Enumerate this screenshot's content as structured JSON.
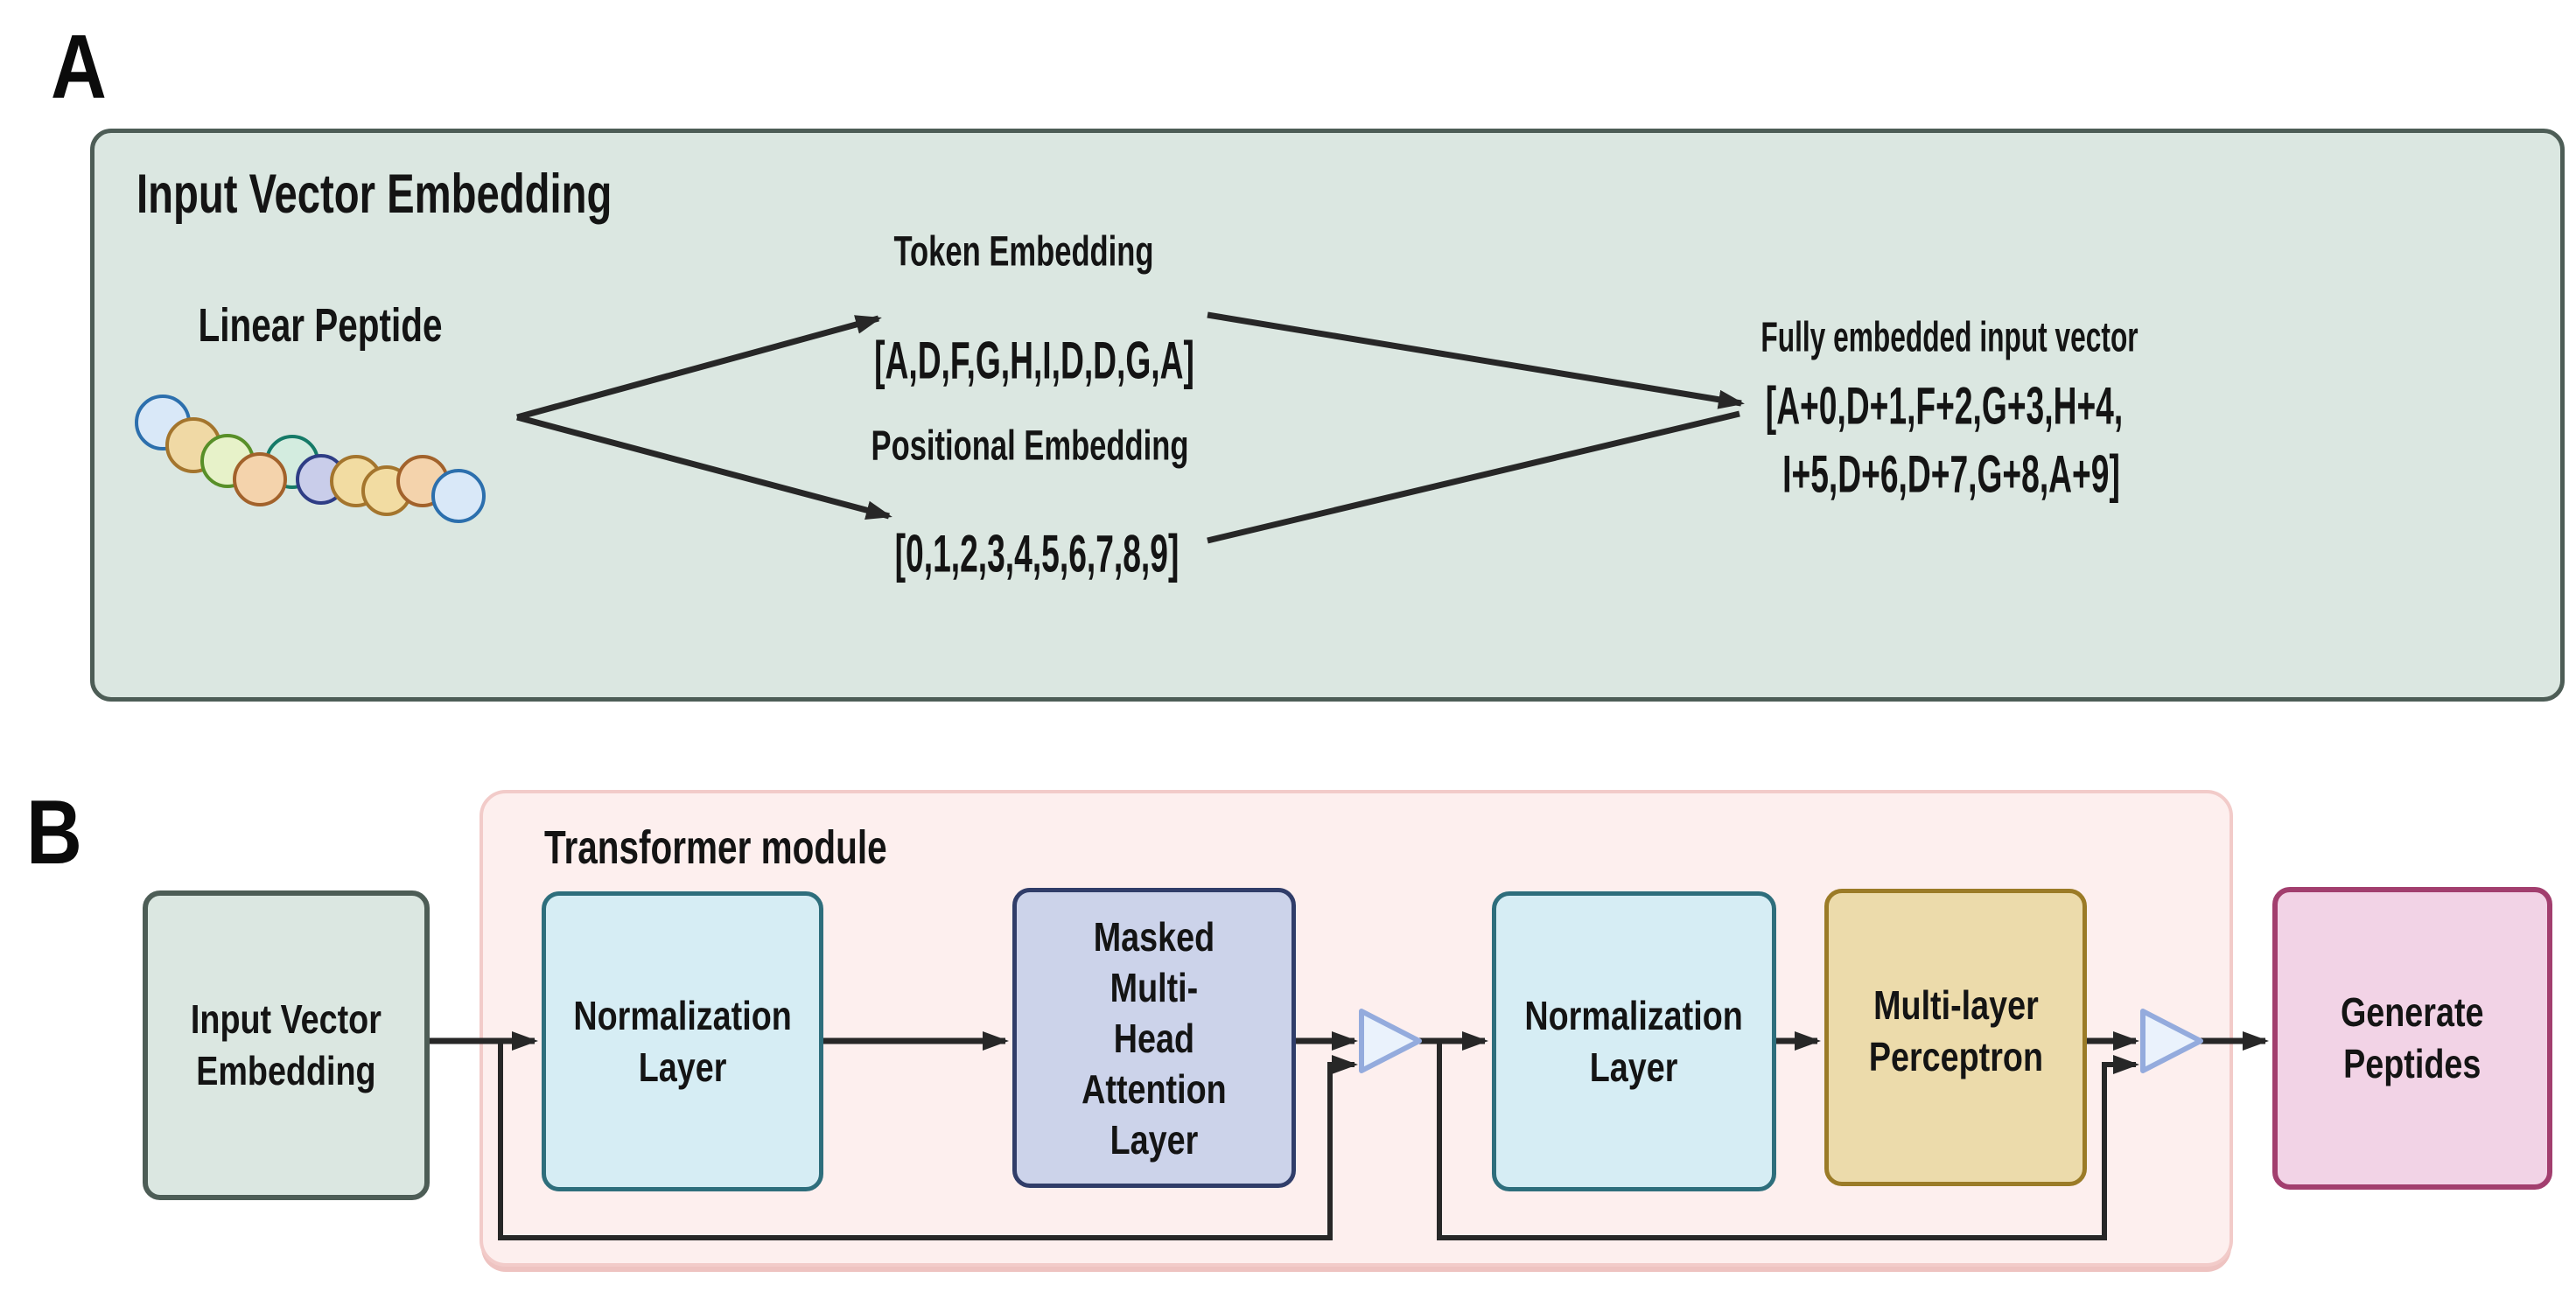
{
  "panel_a": {
    "label": "A",
    "title": "Input Vector Embedding",
    "linear_peptide_label": "Linear Peptide",
    "token_embedding_label": "Token Embedding",
    "token_vector": "[A,D,F,G,H,I,D,D,G,A]",
    "positional_embedding_label": "Positional Embedding",
    "positional_vector": "[0,1,2,3,4,5,6,7,8,9]",
    "fully_embedded_label": "Fully embedded input vector",
    "fully_embedded_vector_line1": "[A+0,D+1,F+2,G+3,H+4,",
    "fully_embedded_vector_line2": "I+5,D+6,D+7,G+8,A+9]"
  },
  "panel_b": {
    "label": "B",
    "transformer_module_label": "Transformer module",
    "boxes": {
      "input_vector_embedding": {
        "line1": "Input Vector",
        "line2": "Embedding"
      },
      "normalization_1": {
        "line1": "Normalization",
        "line2": "Layer"
      },
      "masked_attention": {
        "line1": "Masked",
        "line2": "Multi-",
        "line3": "Head",
        "line4": "Attention",
        "line5": "Layer"
      },
      "normalization_2": {
        "line1": "Normalization",
        "line2": "Layer"
      },
      "mlp": {
        "line1": "Multi-layer",
        "line2": "Perceptron"
      },
      "generate_peptides": {
        "line1": "Generate",
        "line2": "Peptides"
      }
    }
  },
  "colors": {
    "panel_a_fill": "#dbe7e1",
    "panel_a_border": "#4d5d56",
    "module_fill": "#fdefee",
    "module_border": "#f2cbc9",
    "input_fill": "#dbe7e1",
    "input_border": "#4d5d56",
    "normalization_fill": "#d6edf4",
    "normalization_border": "#2e6e7c",
    "masked_attention_fill": "#ccd3ea",
    "masked_attention_border": "#303d69",
    "mlp_fill": "#ecdbab",
    "mlp_border": "#9b7b27",
    "generate_fill": "#f2d3e6",
    "generate_border": "#a23e6e",
    "merge_triangle_fill": "#eaf2fc",
    "merge_triangle_stroke": "#94abdd",
    "arrow": "#272727",
    "beads": [
      {
        "fill": "#d9e8f8",
        "stroke": "#2c6fad"
      },
      {
        "fill": "#f0d9a5",
        "stroke": "#a4752d"
      },
      {
        "fill": "#e7f2c9",
        "stroke": "#588f28"
      },
      {
        "fill": "#f4d3ac",
        "stroke": "#a2622b"
      },
      {
        "fill": "#d3ecdf",
        "stroke": "#157a67"
      },
      {
        "fill": "#c9cdea",
        "stroke": "#2e3d85"
      },
      {
        "fill": "#f2dca2",
        "stroke": "#a4752d"
      },
      {
        "fill": "#f2dca2",
        "stroke": "#a4752d"
      },
      {
        "fill": "#f4d3ac",
        "stroke": "#a2622b"
      },
      {
        "fill": "#d9e8f8",
        "stroke": "#2c6fad"
      }
    ]
  }
}
